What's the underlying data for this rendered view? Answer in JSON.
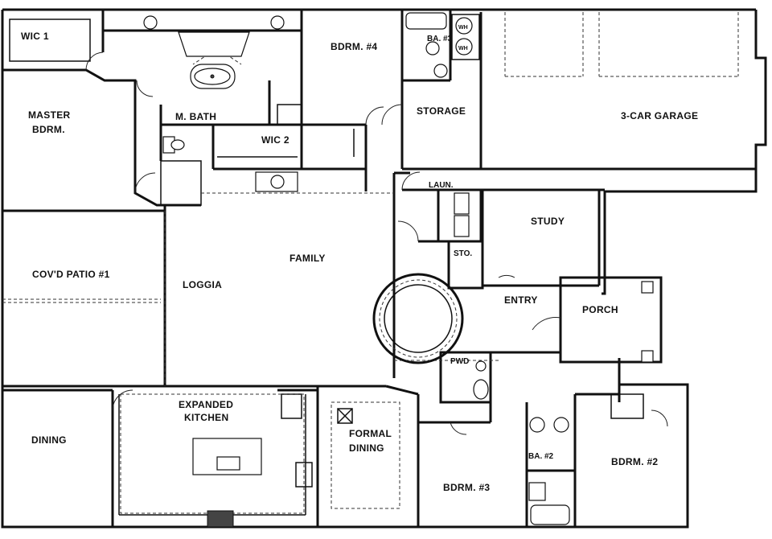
{
  "labels": {
    "wic1": "WIC 1",
    "master_line1": "MASTER",
    "master_line2": "BDRM.",
    "m_bath": "M. BATH",
    "wic2": "WIC 2",
    "bdrm4": "BDRM. #4",
    "ba3": "BA. #3",
    "storage": "STORAGE",
    "garage": "3-CAR GARAGE",
    "laun": "LAUN.",
    "study": "STUDY",
    "sto": "STO.",
    "family": "FAMILY",
    "loggia": "LOGGIA",
    "patio": "COV'D PATIO #1",
    "entry": "ENTRY",
    "porch": "PORCH",
    "pwd": "PWD",
    "kitchen_line1": "EXPANDED",
    "kitchen_line2": "KITCHEN",
    "formal_line1": "FORMAL",
    "formal_line2": "DINING",
    "dining": "DINING",
    "bdrm3": "BDRM. #3",
    "ba2": "BA. #2",
    "bdrm2": "BDRM. #2",
    "wh1": "WH",
    "wh2": "WH"
  }
}
